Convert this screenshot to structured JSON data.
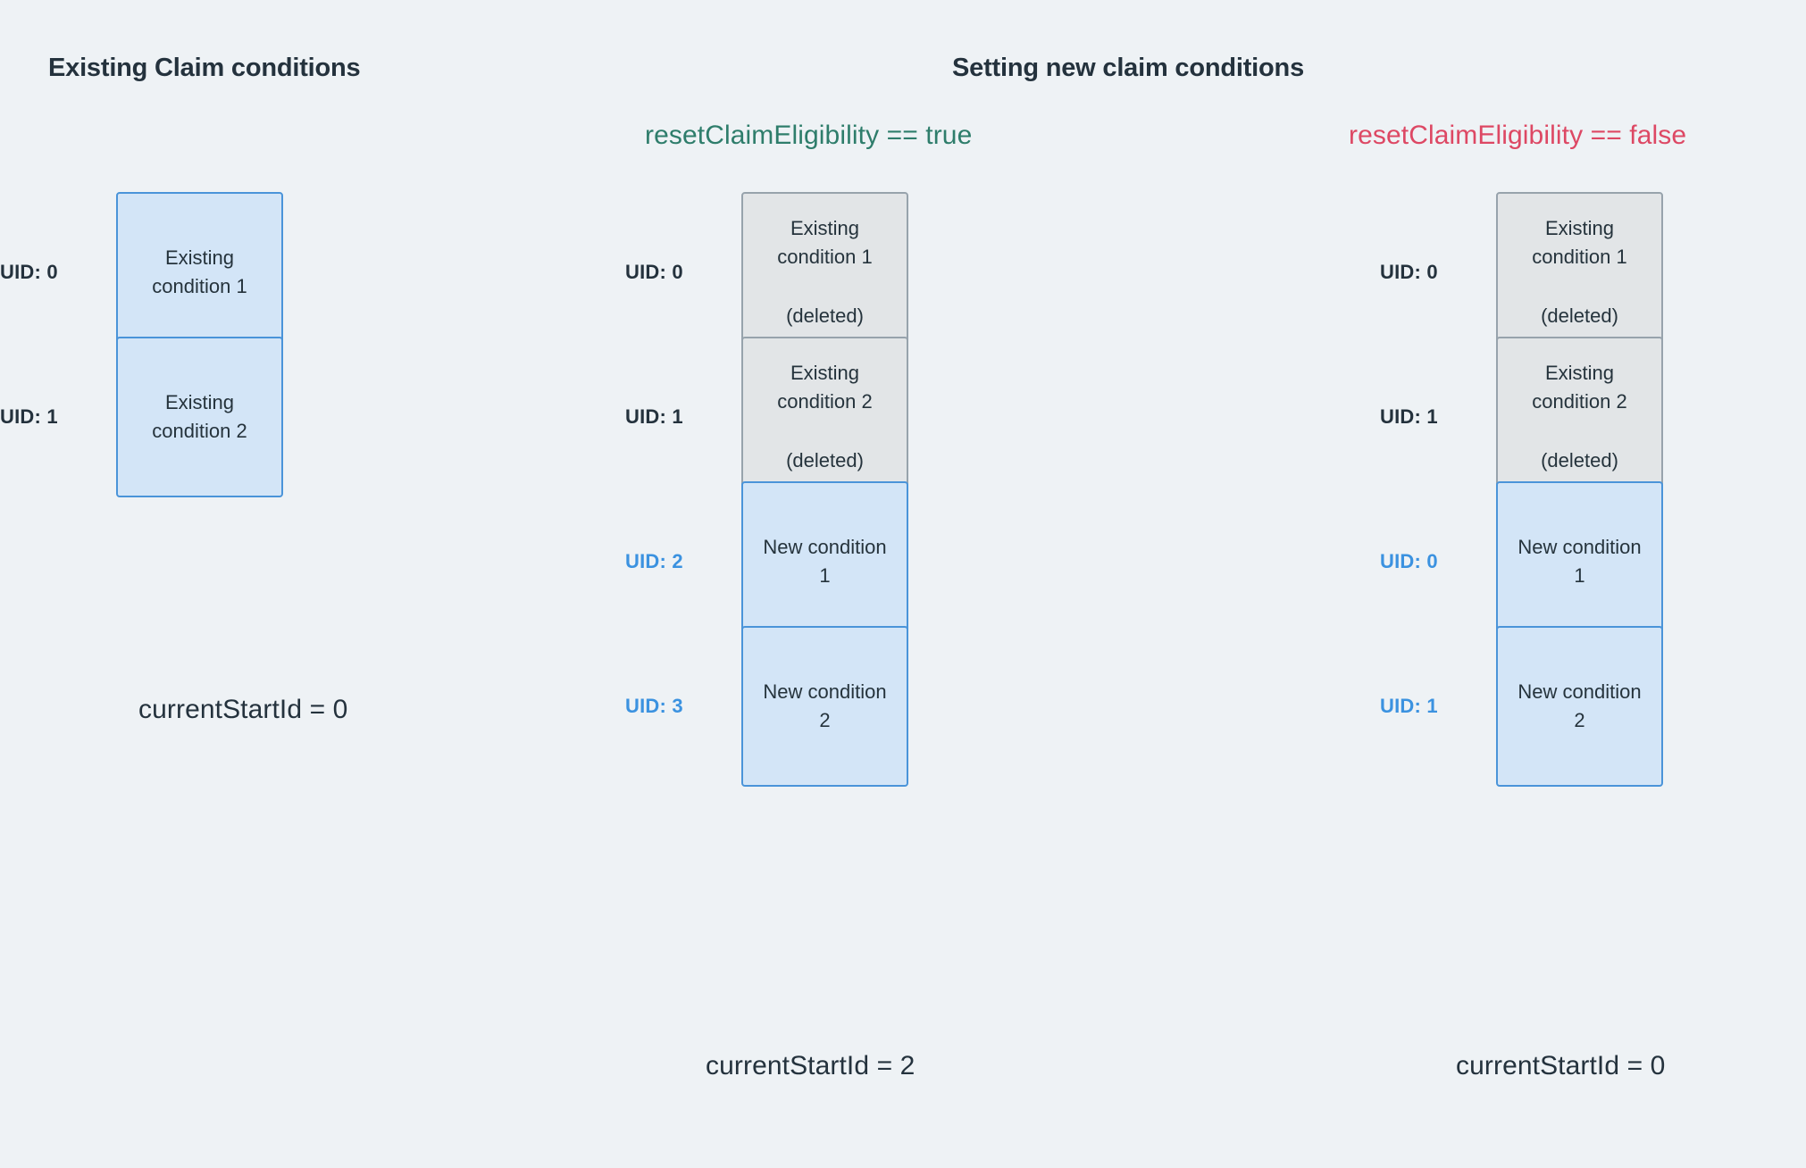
{
  "headings": {
    "existing": "Existing Claim conditions",
    "setting": "Setting new claim conditions"
  },
  "conditions": {
    "reset_true_label": "resetClaimEligibility == true",
    "reset_false_label": "resetClaimEligibility == false",
    "reset_true_color": "#2e7d6b",
    "reset_false_color": "#dd4864"
  },
  "colors": {
    "background": "#eef2f5",
    "box_blue_fill": "#d3e5f7",
    "box_blue_border": "#4a94d9",
    "box_gray_fill": "#e2e5e7",
    "box_gray_border": "#97a3ac",
    "uid_blue": "#3b92e0",
    "text_dark": "#24323d"
  },
  "columns": {
    "existing": {
      "start_id_text": "currentStartId = 0",
      "rows": [
        {
          "uid": "UID: 0",
          "uid_style": "dark",
          "box_style": "blue",
          "title": "Existing\ncondition 1",
          "note": ""
        },
        {
          "uid": "UID: 1",
          "uid_style": "dark",
          "box_style": "blue",
          "title": "Existing\ncondition 2",
          "note": ""
        }
      ]
    },
    "reset_true": {
      "start_id_text": "currentStartId = 2",
      "rows": [
        {
          "uid": "UID: 0",
          "uid_style": "dark",
          "box_style": "gray",
          "title": "Existing\ncondition 1",
          "note": "(deleted)"
        },
        {
          "uid": "UID: 1",
          "uid_style": "dark",
          "box_style": "gray",
          "title": "Existing\ncondition 2",
          "note": "(deleted)"
        },
        {
          "uid": "UID: 2",
          "uid_style": "blue",
          "box_style": "blue",
          "title": "New condition\n1",
          "note": ""
        },
        {
          "uid": "UID: 3",
          "uid_style": "blue",
          "box_style": "blue",
          "title": "New condition\n2",
          "note": ""
        }
      ]
    },
    "reset_false": {
      "start_id_text": "currentStartId = 0",
      "rows": [
        {
          "uid": "UID: 0",
          "uid_style": "dark",
          "box_style": "gray",
          "title": "Existing\ncondition 1",
          "note": "(deleted)"
        },
        {
          "uid": "UID: 1",
          "uid_style": "dark",
          "box_style": "gray",
          "title": "Existing\ncondition 2",
          "note": "(deleted)"
        },
        {
          "uid": "UID: 0",
          "uid_style": "blue",
          "box_style": "blue",
          "title": "New condition\n1",
          "note": ""
        },
        {
          "uid": "UID: 1",
          "uid_style": "blue",
          "box_style": "blue",
          "title": "New condition\n2",
          "note": ""
        }
      ]
    }
  }
}
